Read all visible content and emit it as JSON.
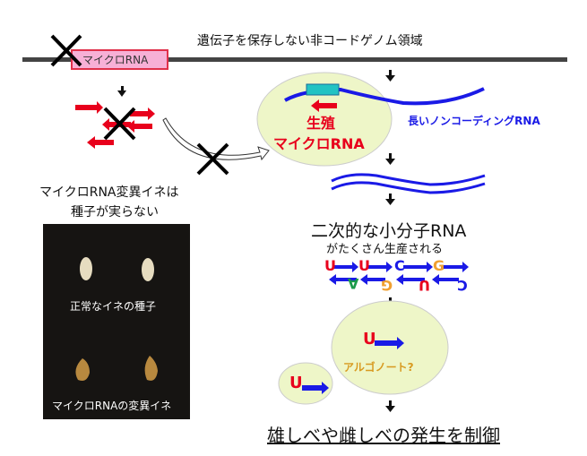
{
  "header": {
    "title": "遺伝子を保存しない非コードゲノム領域"
  },
  "gene_box": {
    "label": "マイクロRNA"
  },
  "mutant_caption": {
    "line1": "マイクロRNA変異イネは",
    "line2": "種子が実らない"
  },
  "photo": {
    "normal_label": "正常なイネの種子",
    "mutant_label": "マイクロRNAの変異イネ"
  },
  "mirna_bubble": {
    "line1": "生殖",
    "line2": "マイクロRNA"
  },
  "lncrna_label": "長いノンコーディングRNA",
  "secondary": {
    "title": "二次的な小分子RNA",
    "subtitle": "がたくさん生産される"
  },
  "nucleotides": {
    "top": [
      "U",
      "U",
      "C",
      "G"
    ],
    "bottom": [
      "A",
      "G",
      "U",
      "C"
    ]
  },
  "argonaute_bubble": {
    "nucleotide": "U",
    "label": "アルゴノート?"
  },
  "small_bubble": {
    "nucleotide": "U"
  },
  "conclusion": "雄しべや雌しべの発生を制御",
  "colors": {
    "red": "#e8001c",
    "blue": "#1a1ae6",
    "bubble": "#eef6c8",
    "orange": "#f0a030",
    "green": "#1a9a4a",
    "cyan": "#22c3c3",
    "pink": "#f7a8d0"
  }
}
